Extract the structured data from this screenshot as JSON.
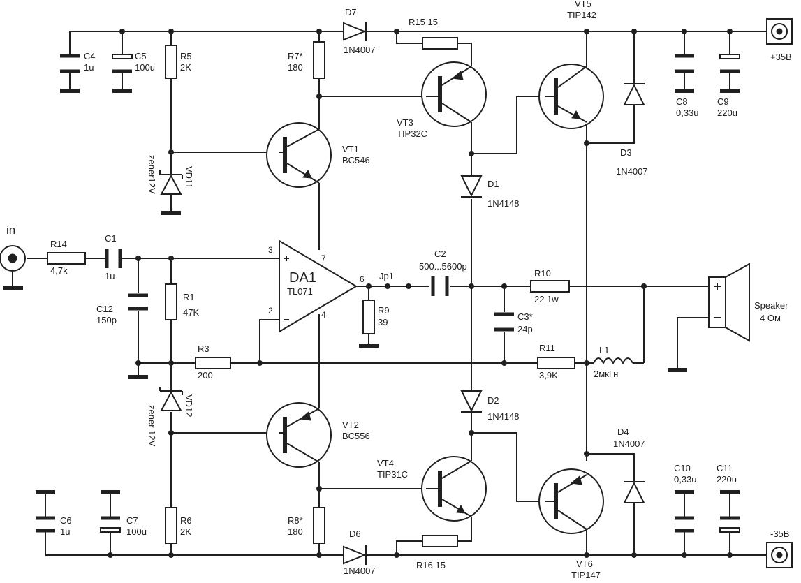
{
  "labels": {
    "d7_name": "D7",
    "d7_value": "1N4007",
    "r15": "R15 15",
    "vt5_name": "VT5",
    "vt5_value": "TIP142",
    "plus_supply": "+35B",
    "c4_name": "C4",
    "c4_value": "1u",
    "c5_name": "C5",
    "c5_value": "100u",
    "r5_name": "R5",
    "r5_value": "2K",
    "r7_name": "R7*",
    "r7_value": "180",
    "vt3_name": "VT3",
    "vt3_value": "TIP32C",
    "c8_name": "C8",
    "c8_value": "0,33u",
    "c9_name": "C9",
    "c9_value": "220u",
    "vt1_name": "VT1",
    "vt1_value": "BC546",
    "d3_name": "D3",
    "d3_value": "1N4007",
    "d1_name": "D1",
    "d1_value": "1N4148",
    "vd11_name": "VD11",
    "vd11_value": "zener12V",
    "in_label": "in",
    "r14_name": "R14",
    "r14_value": "4,7k",
    "c1_name": "C1",
    "c1_value": "1u",
    "c12_name": "C12",
    "c12_value": "150p",
    "r1_name": "R1",
    "r1_value": "47K",
    "r3_name": "R3",
    "r3_value": "200",
    "pin3": "3",
    "pin2": "2",
    "pin7": "7",
    "pin4": "4",
    "pin6": "6",
    "da1_name": "DA1",
    "da1_value": "TL071",
    "jp1": "Jp1",
    "c2_name": "C2",
    "c2_value": "500...5600p",
    "r9_name": "R9",
    "r9_value": "39",
    "r10_name": "R10",
    "r10_value": "22 1w",
    "c3_name": "C3*",
    "c3_value": "24p",
    "r11_name": "R11",
    "r11_value": "3,9K",
    "l1_name": "L1",
    "l1_value": "2мкГн",
    "speaker_name": "Speaker",
    "speaker_value": "4 Ом",
    "vd12_name": "VD12",
    "vd12_value": "zener 12V",
    "d2_name": "D2",
    "d2_value": "1N4148",
    "vt2_name": "VT2",
    "vt2_value": "BC556",
    "d4_name": "D4",
    "d4_value": "1N4007",
    "vt4_name": "VT4",
    "vt4_value": "TIP31C",
    "c10_name": "C10",
    "c10_value": "0,33u",
    "c11_name": "C11",
    "c11_value": "220u",
    "c6_name": "C6",
    "c6_value": "1u",
    "c7_name": "C7",
    "c7_value": "100u",
    "r6_name": "R6",
    "r6_value": "2K",
    "r8_name": "R8*",
    "r8_value": "180",
    "d6_name": "D6",
    "d6_value": "1N4007",
    "r16": "R16 15",
    "vt6_name": "VT6",
    "vt6_value": "TIP147",
    "minus_supply": "-35B"
  }
}
